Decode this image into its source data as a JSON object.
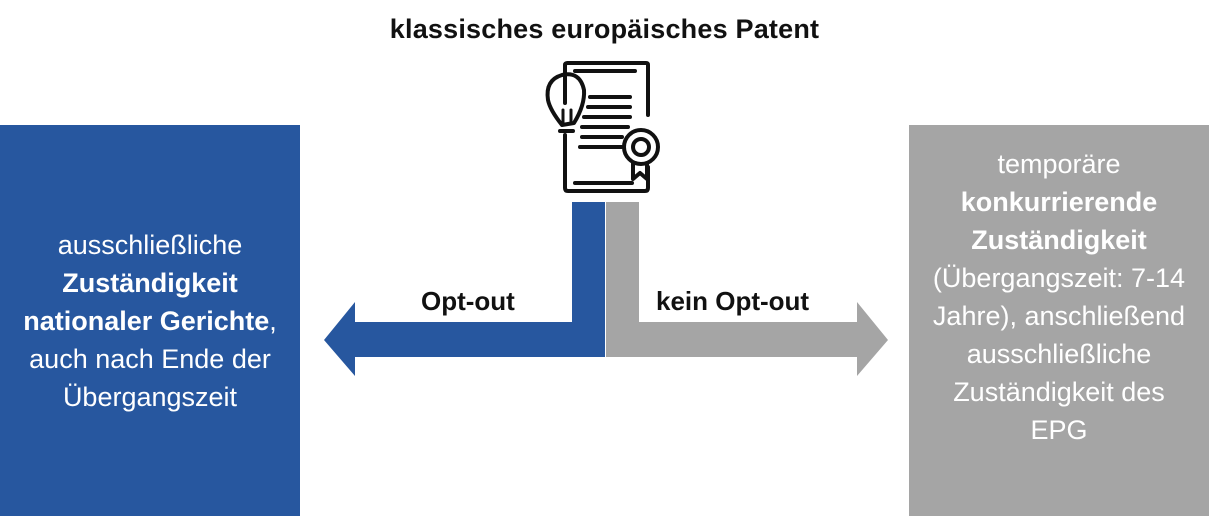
{
  "title": "klassisches europäisches Patent",
  "icon": "patent-certificate-icon",
  "colors": {
    "blue": "#27579f",
    "gray": "#a5a5a5"
  },
  "arrows": {
    "left_label": "Opt-out",
    "right_label": "kein Opt-out"
  },
  "left_box": {
    "segments": [
      {
        "text": "ausschließliche ",
        "bold": false
      },
      {
        "text": "Zuständigkeit nationaler Gerichte",
        "bold": true
      },
      {
        "text": ", auch nach Ende der Übergangszeit",
        "bold": false
      }
    ]
  },
  "right_box": {
    "segments": [
      {
        "text": "temporäre ",
        "bold": false
      },
      {
        "text": "konkurrierende Zuständigkeit",
        "bold": true
      },
      {
        "text": " (Übergangszeit: 7-14 Jahre), anschließend ausschließliche Zuständigkeit des EPG",
        "bold": false
      }
    ]
  }
}
